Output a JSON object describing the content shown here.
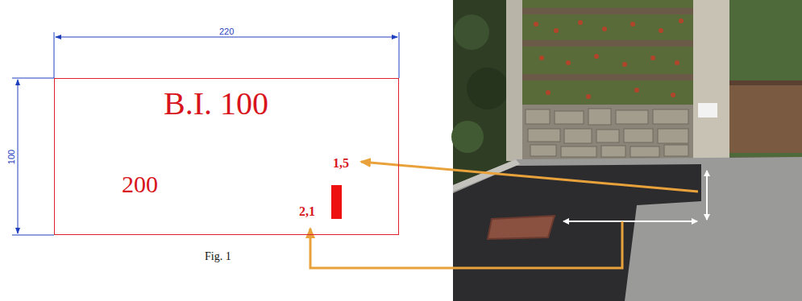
{
  "diagram": {
    "caption": "Fig. 1",
    "nodes": [
      {
        "text": [
          "B.I. 100",
          "200",
          "1,5",
          "2,1"
        ]
      }
    ],
    "labels": [
      "220",
      "100"
    ]
  }
}
